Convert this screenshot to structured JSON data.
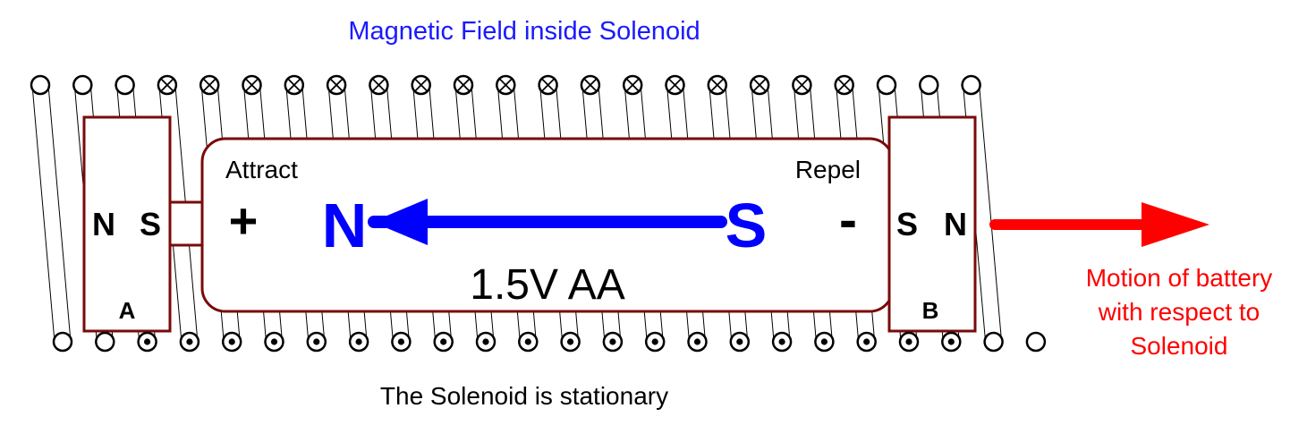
{
  "title": "Magnetic Field inside Solenoid",
  "footer": "The Solenoid is stationary",
  "battery": {
    "label": "1.5V  AA",
    "plus": "+",
    "minus": "-",
    "attract": "Attract",
    "repel": "Repel",
    "field_north": "N",
    "field_south": "S"
  },
  "magnet_a": {
    "letter": "A",
    "pole_left": "N",
    "pole_right": "S"
  },
  "magnet_b": {
    "letter": "B",
    "pole_left": "S",
    "pole_right": "N"
  },
  "motion": {
    "line1": "Motion of battery",
    "line2": "with respect to",
    "line3": "Solenoid"
  },
  "coil": {
    "top_symbols": [
      "plain",
      "plain",
      "plain",
      "x",
      "x",
      "x",
      "x",
      "x",
      "x",
      "x",
      "x",
      "x",
      "x",
      "x",
      "x",
      "x",
      "x",
      "x",
      "x",
      "x",
      "plain",
      "plain",
      "plain"
    ],
    "bottom_symbols": [
      "plain",
      "plain",
      "dot",
      "dot",
      "dot",
      "dot",
      "dot",
      "dot",
      "dot",
      "dot",
      "dot",
      "dot",
      "dot",
      "dot",
      "dot",
      "dot",
      "dot",
      "dot",
      "dot",
      "dot",
      "dot",
      "dot",
      "plain",
      "plain"
    ]
  },
  "colors": {
    "title": "#1a1aff",
    "field_arrow": "#0000ff",
    "motion": "#ff0000",
    "outline": "#7a0a0a",
    "text": "#000000"
  },
  "icons": {
    "field_arrow": "arrow-left",
    "motion_arrow": "arrow-right",
    "into_page": "circle-cross",
    "out_of_page": "circle-dot"
  }
}
